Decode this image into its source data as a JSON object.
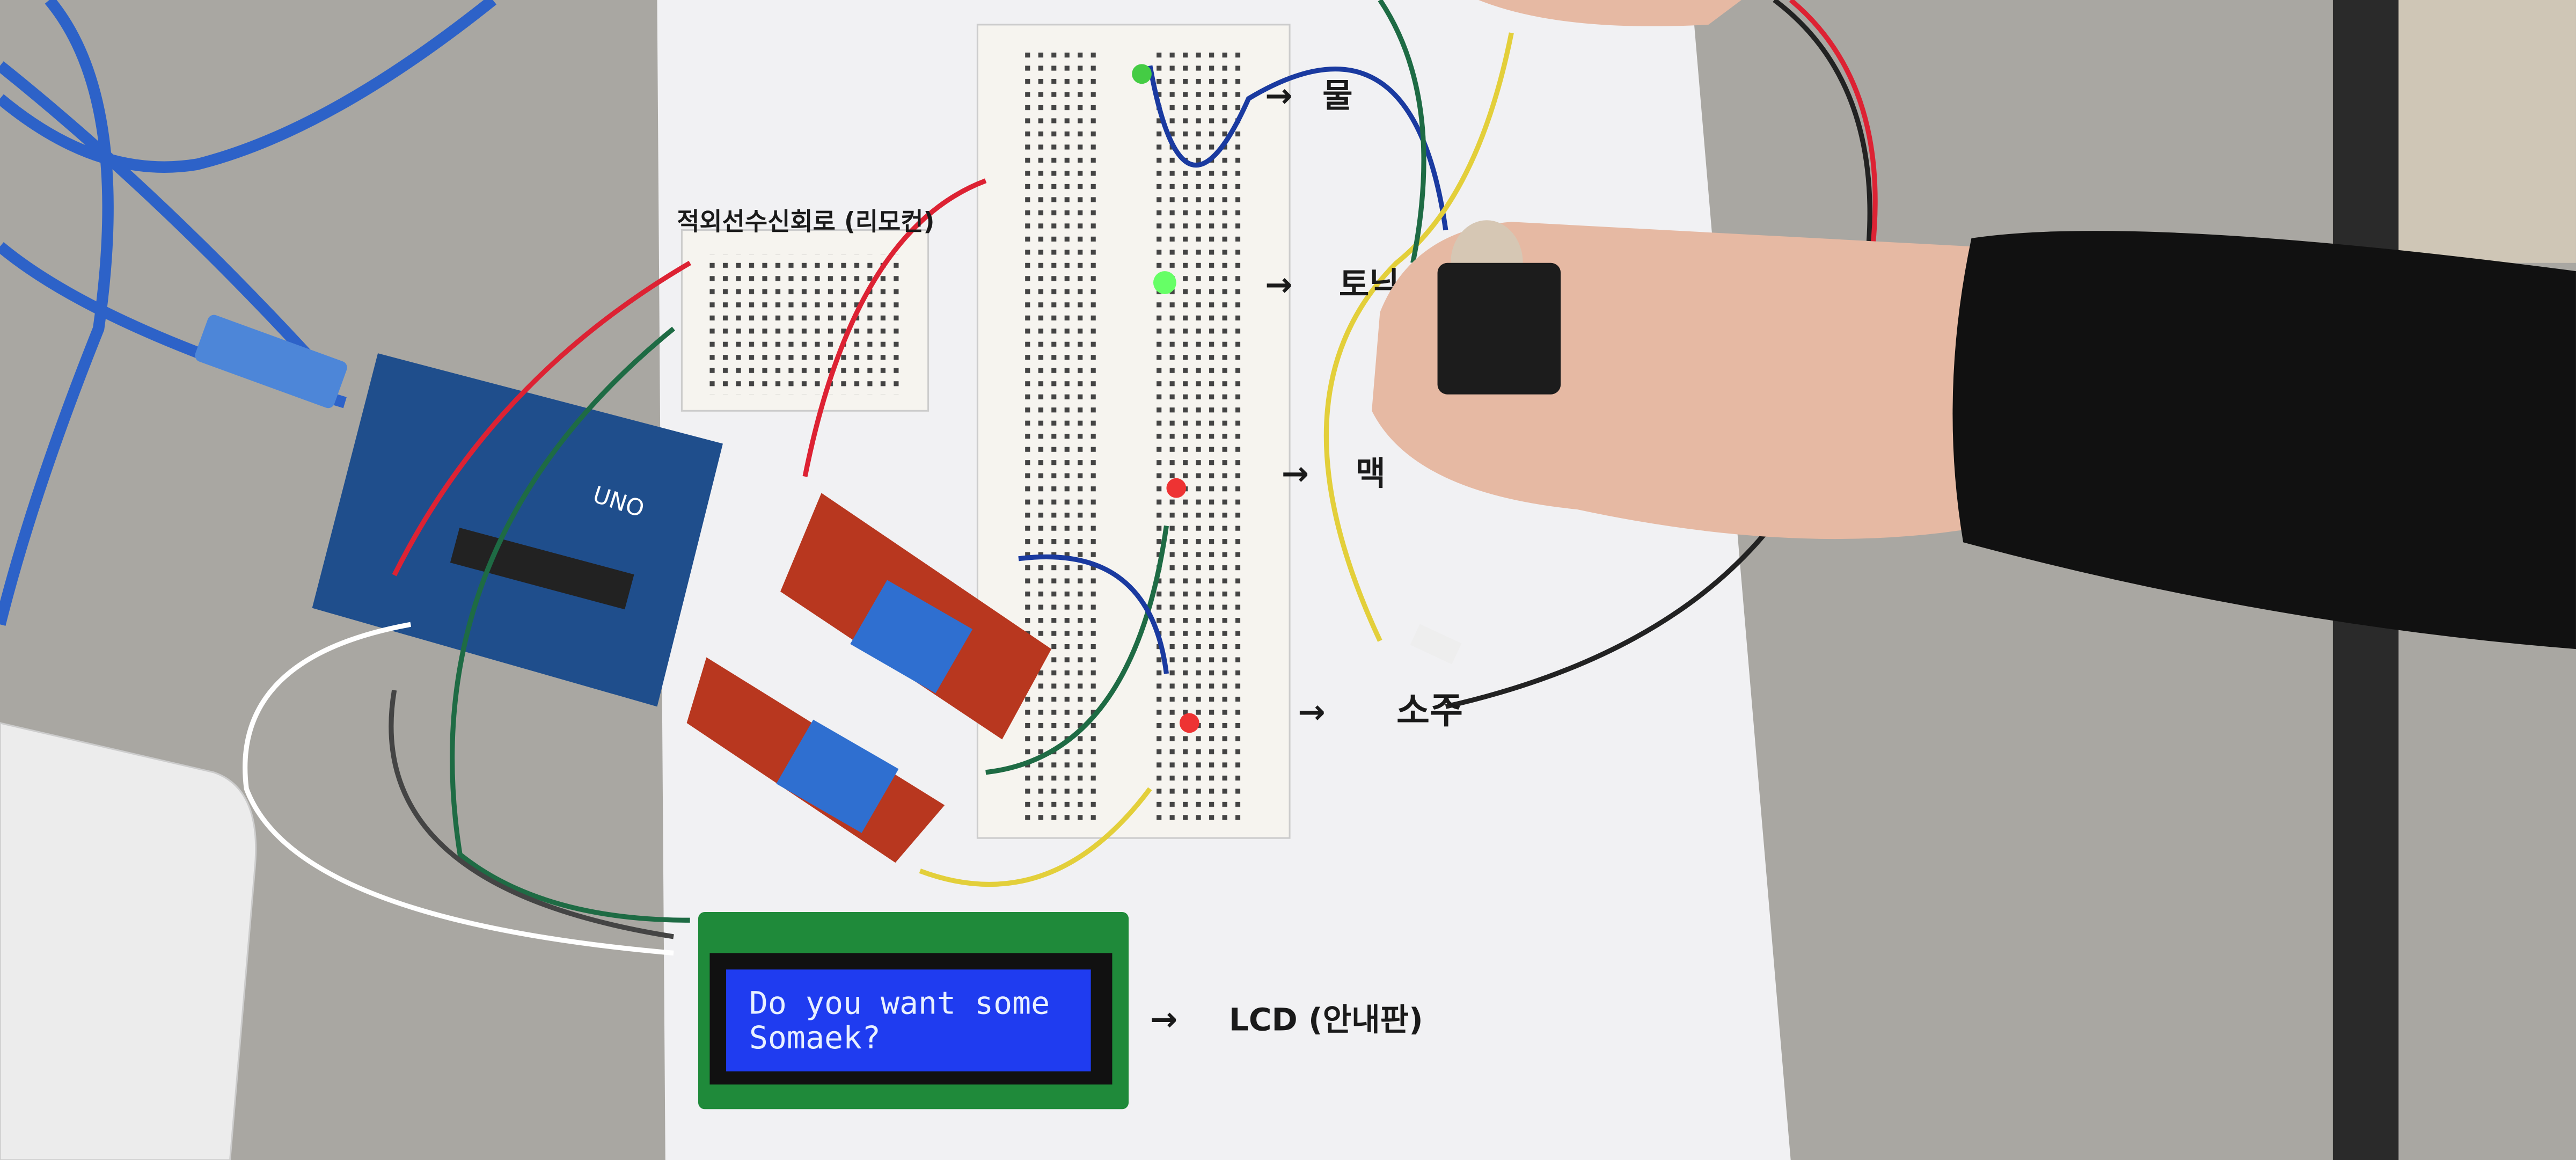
{
  "labels": {
    "ir_receiver": "적외선수신회로 (리모컨)",
    "water": "물",
    "tonic": "토닉",
    "beer": "맥",
    "soju": "소주",
    "lcd_label": "LCD (안내판)"
  },
  "lcd_screen": {
    "line1": "Do you want some",
    "line2": "Somaek?"
  },
  "board": {
    "brand": "UNO"
  },
  "colors": {
    "table": "#a9a7a2",
    "paper": "#f1f1f3",
    "arduino": "#1f4e8c",
    "lcd_blue": "#1f3cf0",
    "relay": "#b8371f"
  }
}
